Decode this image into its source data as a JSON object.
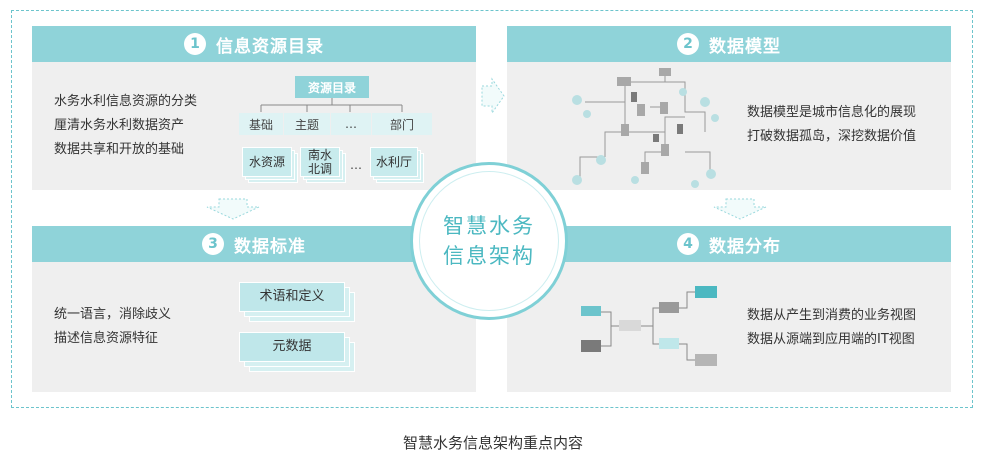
{
  "colors": {
    "accent": "#8fd3d9",
    "accent_dark": "#4bb8c1",
    "panel_bg": "#efefef",
    "dark_node": "#7a7a7a",
    "teal_node": "#4bb8c1"
  },
  "center": {
    "line1": "智慧水务",
    "line2": "信息架构"
  },
  "caption": "智慧水务信息架构重点内容",
  "panels": [
    {
      "number": "1",
      "title": "信息资源目录",
      "desc": [
        "水务水利信息资源的分类",
        "厘清水务水利数据资产",
        "数据共享和开放的基础"
      ],
      "root": "资源目录",
      "categories": [
        "基础",
        "主题",
        "…",
        "部门"
      ],
      "resources": [
        "水资源",
        "南水\n北调",
        "…",
        "水利厅"
      ]
    },
    {
      "number": "2",
      "title": "数据模型",
      "desc": [
        "数据模型是城市信息化的展现",
        "打破数据孤岛，深挖数据价值"
      ]
    },
    {
      "number": "3",
      "title": "数据标准",
      "desc": [
        "统一语言，消除歧义",
        "描述信息资源特征"
      ],
      "stacks": [
        "术语和定义",
        "元数据"
      ]
    },
    {
      "number": "4",
      "title": "数据分布",
      "desc": [
        "数据从产生到消费的业务视图",
        "数据从源端到应用端的IT视图"
      ]
    }
  ]
}
